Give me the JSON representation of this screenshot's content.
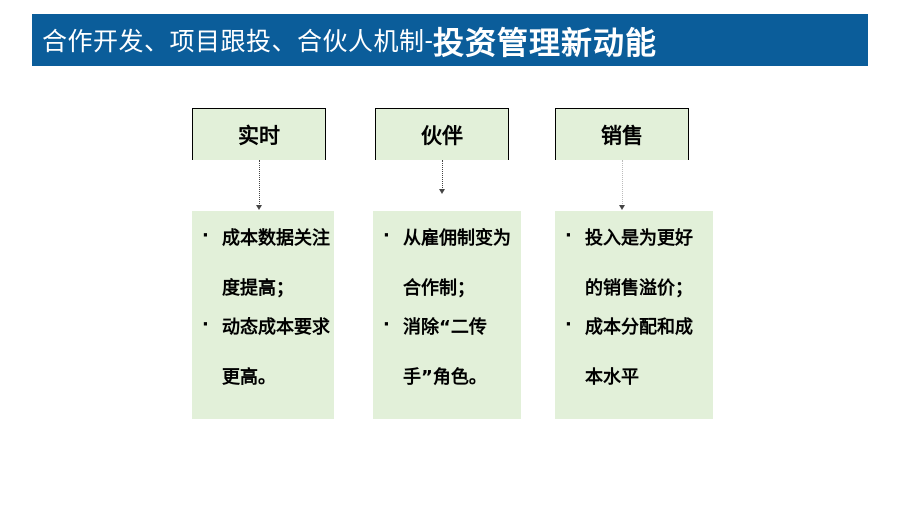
{
  "header": {
    "title_main": "合作开发、项目跟投、合伙人机制",
    "title_sep": "-",
    "title_emphasis": "投资管理新动能"
  },
  "columns": [
    {
      "heading": "实时",
      "bullets": [
        {
          "marker": "·",
          "text": "成本数据关注度提高；"
        },
        {
          "marker": "·",
          "text": "动态成本要求更高。"
        }
      ]
    },
    {
      "heading": "伙伴",
      "bullets": [
        {
          "marker": "·",
          "text": "从雇佣制变为合作制；"
        },
        {
          "marker": "·",
          "text": "消除“二传手”角色。"
        }
      ]
    },
    {
      "heading": "销售",
      "bullets": [
        {
          "marker": "·",
          "text": "投入是为更好的销售溢价；"
        },
        {
          "marker": "·",
          "text": "成本分配和成本水平"
        }
      ]
    }
  ]
}
